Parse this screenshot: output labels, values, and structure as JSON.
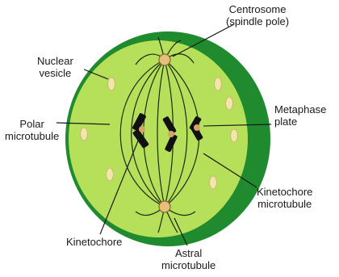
{
  "labels": {
    "centrosome": {
      "line1": "Centrosome",
      "line2": "(spindle pole)"
    },
    "nuclear_vesicle": {
      "line1": "Nuclear",
      "line2": "vesicle"
    },
    "polar_microtubule": {
      "line1": "Polar",
      "line2": "microtubule"
    },
    "metaphase_plate": {
      "line1": "Metaphase",
      "line2": "plate"
    },
    "kinetochore_microtubule": {
      "line1": "Kinetochore",
      "line2": "microtubule"
    },
    "kinetochore": {
      "line1": "Kinetochore"
    },
    "astral_microtubule": {
      "line1": "Astral",
      "line2": "microtubule"
    }
  },
  "colors": {
    "outer_ring": "#1f8a2e",
    "cell_fill": "#b7e05a",
    "vesicle": "#f2e6a8",
    "centrosome": "#e6c07a",
    "chromosome": "#111111",
    "kinetochore": "#d7a36a"
  }
}
